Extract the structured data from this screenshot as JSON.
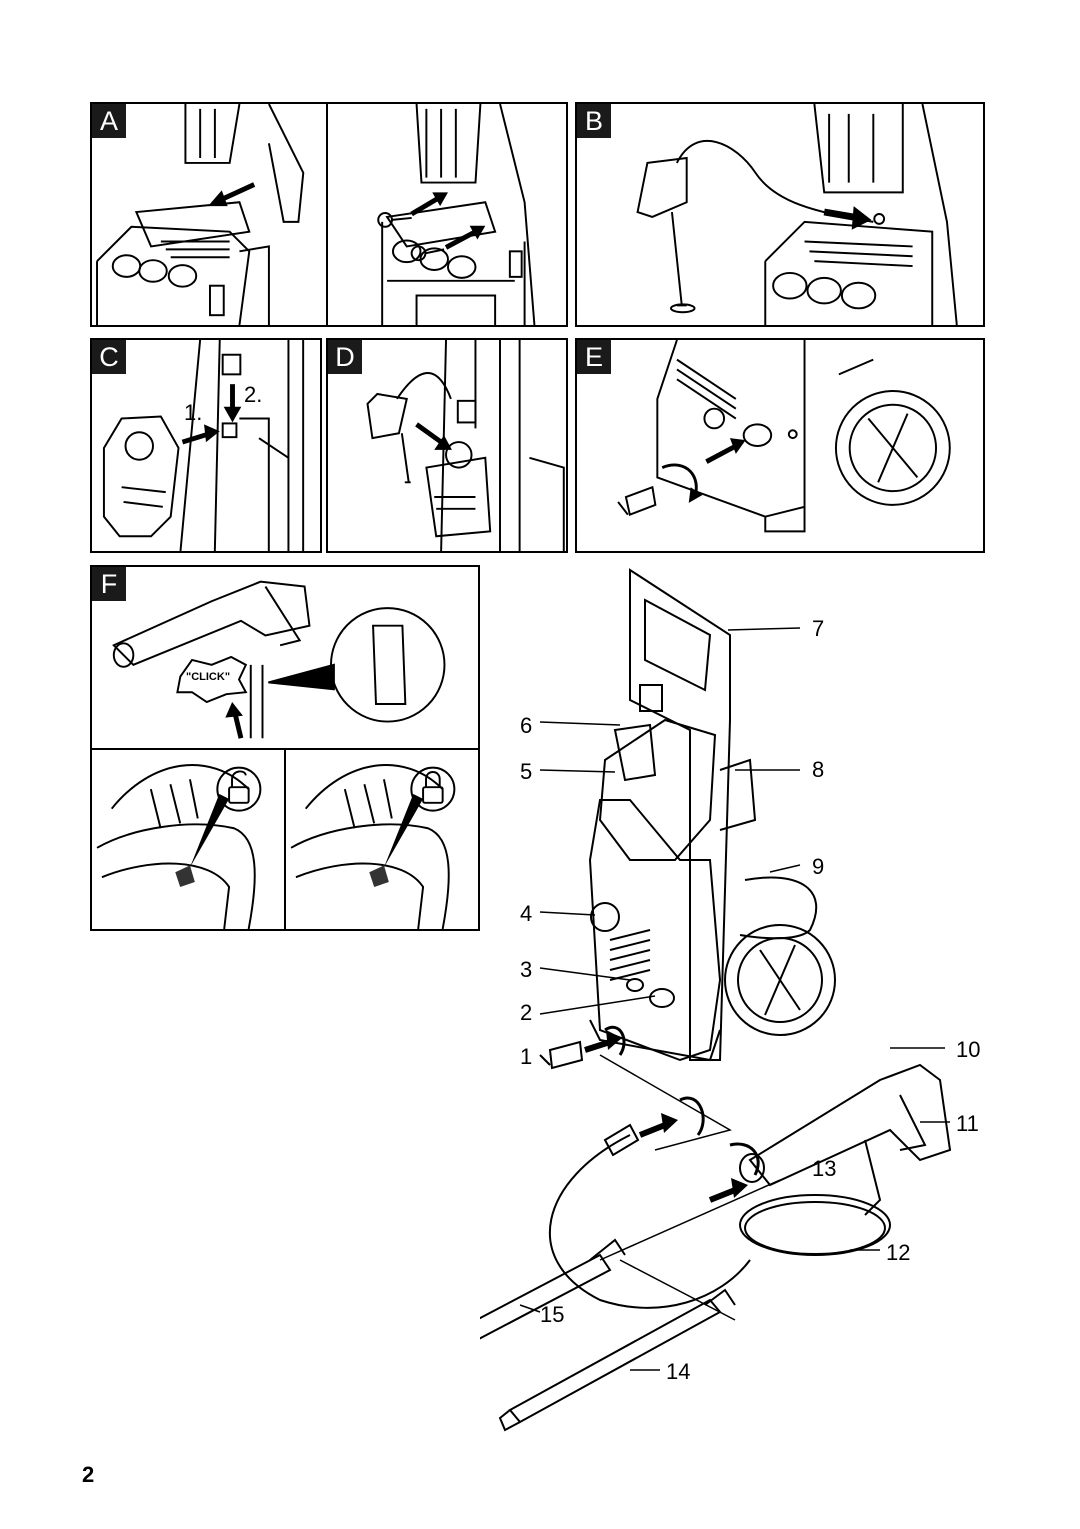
{
  "panels": {
    "A": {
      "label": "A"
    },
    "B": {
      "label": "B"
    },
    "C": {
      "label": "C",
      "steps": [
        "1.",
        "2."
      ]
    },
    "D": {
      "label": "D"
    },
    "E": {
      "label": "E"
    },
    "F": {
      "label": "F",
      "click_text": "\"CLICK\""
    }
  },
  "callouts": [
    "1",
    "2",
    "3",
    "4",
    "5",
    "6",
    "7",
    "8",
    "9",
    "10",
    "11",
    "12",
    "13",
    "14",
    "15"
  ],
  "icons": {
    "unlock": "padlock-open-icon",
    "lock": "padlock-closed-icon",
    "arrow": "arrow-icon",
    "rotate": "rotate-arrow-icon"
  },
  "page_number": "2"
}
